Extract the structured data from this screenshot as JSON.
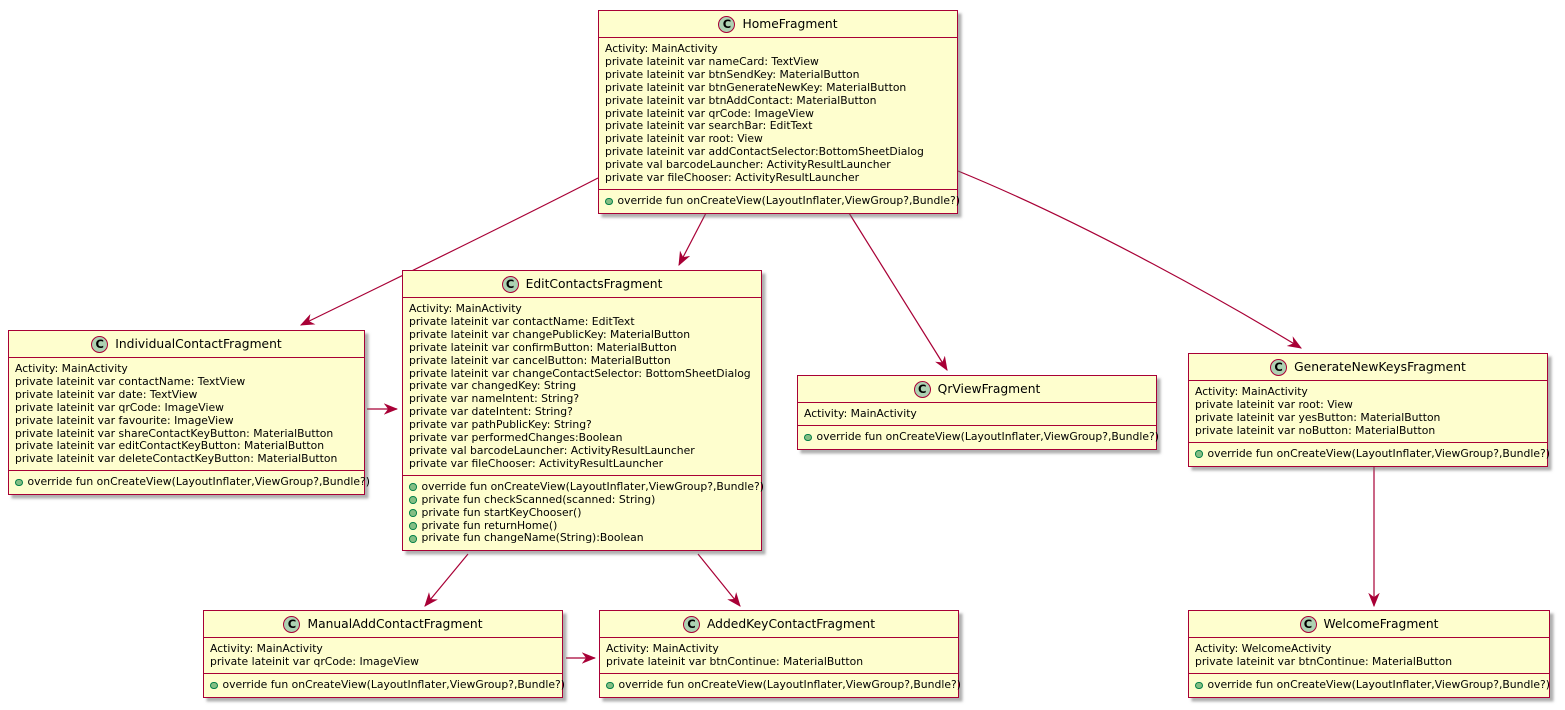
{
  "colors": {
    "box_fill": "#FEFECE",
    "border": "#A80036",
    "arrow": "#A80036",
    "stereotype_circle": "#ADD1B2",
    "public_method_dot": "#84BE84"
  },
  "diagram": {
    "classes": [
      {
        "id": "HomeFragment",
        "stereotype": "C",
        "name": "HomeFragment",
        "attributes": [
          "Activity: MainActivity",
          "private lateinit var nameCard: TextView",
          "private lateinit var btnSendKey: MaterialButton",
          "private lateinit var btnGenerateNewKey: MaterialButton",
          "private lateinit var btnAddContact: MaterialButton",
          "private lateinit var qrCode: ImageView",
          "private lateinit var searchBar: EditText",
          "private lateinit var root: View",
          "private lateinit var addContactSelector:BottomSheetDialog",
          "private val barcodeLauncher: ActivityResultLauncher",
          "private var fileChooser: ActivityResultLauncher"
        ],
        "methods": [
          "override fun onCreateView(LayoutInflater,ViewGroup?,Bundle?)"
        ]
      },
      {
        "id": "EditContactsFragment",
        "stereotype": "C",
        "name": "EditContactsFragment",
        "attributes": [
          "Activity: MainActivity",
          "private lateinit var contactName: EditText",
          "private lateinit var changePublicKey: MaterialButton",
          "private lateinit var confirmButton: MaterialButton",
          "private lateinit var cancelButton: MaterialButton",
          "private lateinit var changeContactSelector: BottomSheetDialog",
          "private var changedKey: String",
          "private var nameIntent: String?",
          "private var dateIntent: String?",
          "private var pathPublicKey: String?",
          "private var performedChanges:Boolean",
          "private val barcodeLauncher: ActivityResultLauncher",
          "private var fileChooser: ActivityResultLauncher"
        ],
        "methods": [
          "override fun onCreateView(LayoutInflater,ViewGroup?,Bundle?)",
          "private fun checkScanned(scanned: String)",
          "private fun startKeyChooser()",
          "private fun returnHome()",
          "private fun changeName(String):Boolean"
        ]
      },
      {
        "id": "IndividualContactFragment",
        "stereotype": "C",
        "name": "IndividualContactFragment",
        "attributes": [
          "Activity: MainActivity",
          "private lateinit var contactName: TextView",
          "private lateinit var date: TextView",
          "private lateinit var qrCode: ImageView",
          "private lateinit var favourite: ImageView",
          "private lateinit var shareContactKeyButton: MaterialButton",
          "private lateinit var editContactKeyButton: MaterialButton",
          "private lateinit var deleteContactKeyButton: MaterialButton"
        ],
        "methods": [
          "override fun onCreateView(LayoutInflater,ViewGroup?,Bundle?)"
        ]
      },
      {
        "id": "QrViewFragment",
        "stereotype": "C",
        "name": "QrViewFragment",
        "attributes": [
          "Activity: MainActivity"
        ],
        "methods": [
          "override fun onCreateView(LayoutInflater,ViewGroup?,Bundle?)"
        ]
      },
      {
        "id": "GenerateNewKeysFragment",
        "stereotype": "C",
        "name": "GenerateNewKeysFragment",
        "attributes": [
          "Activity: MainActivity",
          "private lateinit var root: View",
          "private lateinit var yesButton: MaterialButton",
          "private lateinit var noButton: MaterialButton"
        ],
        "methods": [
          "override fun onCreateView(LayoutInflater,ViewGroup?,Bundle?)"
        ]
      },
      {
        "id": "ManualAddContactFragment",
        "stereotype": "C",
        "name": "ManualAddContactFragment",
        "attributes": [
          "Activity: MainActivity",
          "private lateinit var qrCode: ImageView"
        ],
        "methods": [
          "override fun onCreateView(LayoutInflater,ViewGroup?,Bundle?)"
        ]
      },
      {
        "id": "AddedKeyContactFragment",
        "stereotype": "C",
        "name": "AddedKeyContactFragment",
        "attributes": [
          "Activity: MainActivity",
          "private lateinit var btnContinue: MaterialButton"
        ],
        "methods": [
          "override fun onCreateView(LayoutInflater,ViewGroup?,Bundle?)"
        ]
      },
      {
        "id": "WelcomeFragment",
        "stereotype": "C",
        "name": "WelcomeFragment",
        "attributes": [
          "Activity: WelcomeActivity",
          "private lateinit var btnContinue: MaterialButton"
        ],
        "methods": [
          "override fun onCreateView(LayoutInflater,ViewGroup?,Bundle?)"
        ]
      }
    ],
    "edges": [
      {
        "from": "HomeFragment",
        "to": "IndividualContactFragment"
      },
      {
        "from": "HomeFragment",
        "to": "EditContactsFragment"
      },
      {
        "from": "HomeFragment",
        "to": "QrViewFragment"
      },
      {
        "from": "HomeFragment",
        "to": "GenerateNewKeysFragment"
      },
      {
        "from": "IndividualContactFragment",
        "to": "EditContactsFragment"
      },
      {
        "from": "EditContactsFragment",
        "to": "ManualAddContactFragment"
      },
      {
        "from": "EditContactsFragment",
        "to": "AddedKeyContactFragment"
      },
      {
        "from": "ManualAddContactFragment",
        "to": "AddedKeyContactFragment"
      },
      {
        "from": "GenerateNewKeysFragment",
        "to": "WelcomeFragment"
      }
    ]
  }
}
